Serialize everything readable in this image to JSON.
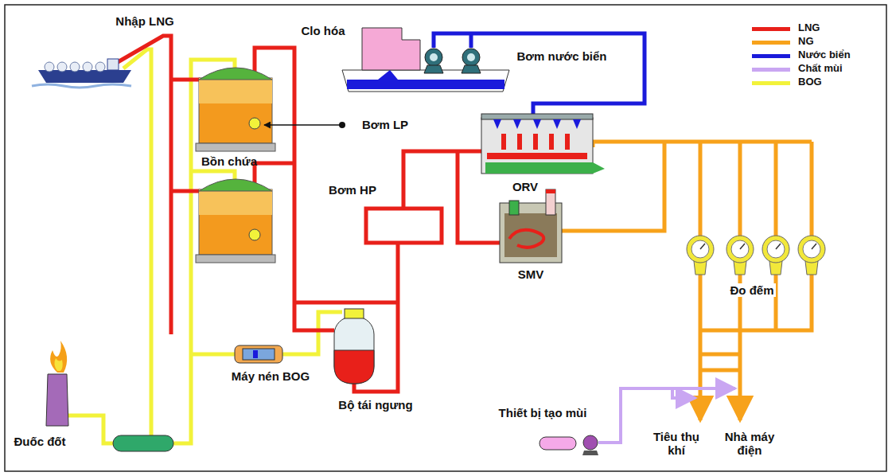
{
  "diagram": {
    "labels": [
      "Nhập LNG",
      "Clo hóa",
      "Bơm nước biển",
      "Bơm LP",
      "Bồn chứa",
      "Bơm HP",
      "ORV",
      "SMV",
      "Đo đếm",
      "Máy nén BOG",
      "Bộ tái ngưng",
      "Thiết bị tạo mùi",
      "Đuốc đốt",
      "Tiêu thụ khí",
      "Nhà máy điện"
    ],
    "legend": [
      {
        "text": "LNG",
        "color": "#e8201a"
      },
      {
        "text": "NG",
        "color": "#f7a21b"
      },
      {
        "text": "Nước biển",
        "color": "#1a1adb"
      },
      {
        "text": "Chất mùi",
        "color": "#c9a6f2"
      },
      {
        "text": "BOG",
        "color": "#f2f23a"
      }
    ]
  }
}
